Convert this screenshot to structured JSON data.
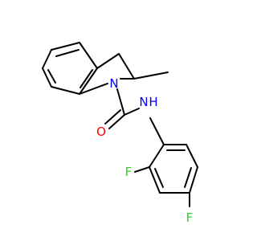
{
  "molecule": {
    "atoms": {
      "n1": {
        "symbol": "N",
        "color": "#0000ff"
      },
      "o1": {
        "symbol": "O",
        "color": "#ff0000"
      },
      "nh": {
        "symbol": "N",
        "h_label": "H",
        "color": "#0000ff"
      },
      "f1": {
        "symbol": "F",
        "color": "#33cc33"
      },
      "f2": {
        "symbol": "F",
        "color": "#33cc33"
      }
    },
    "bond_color": "#000000"
  }
}
